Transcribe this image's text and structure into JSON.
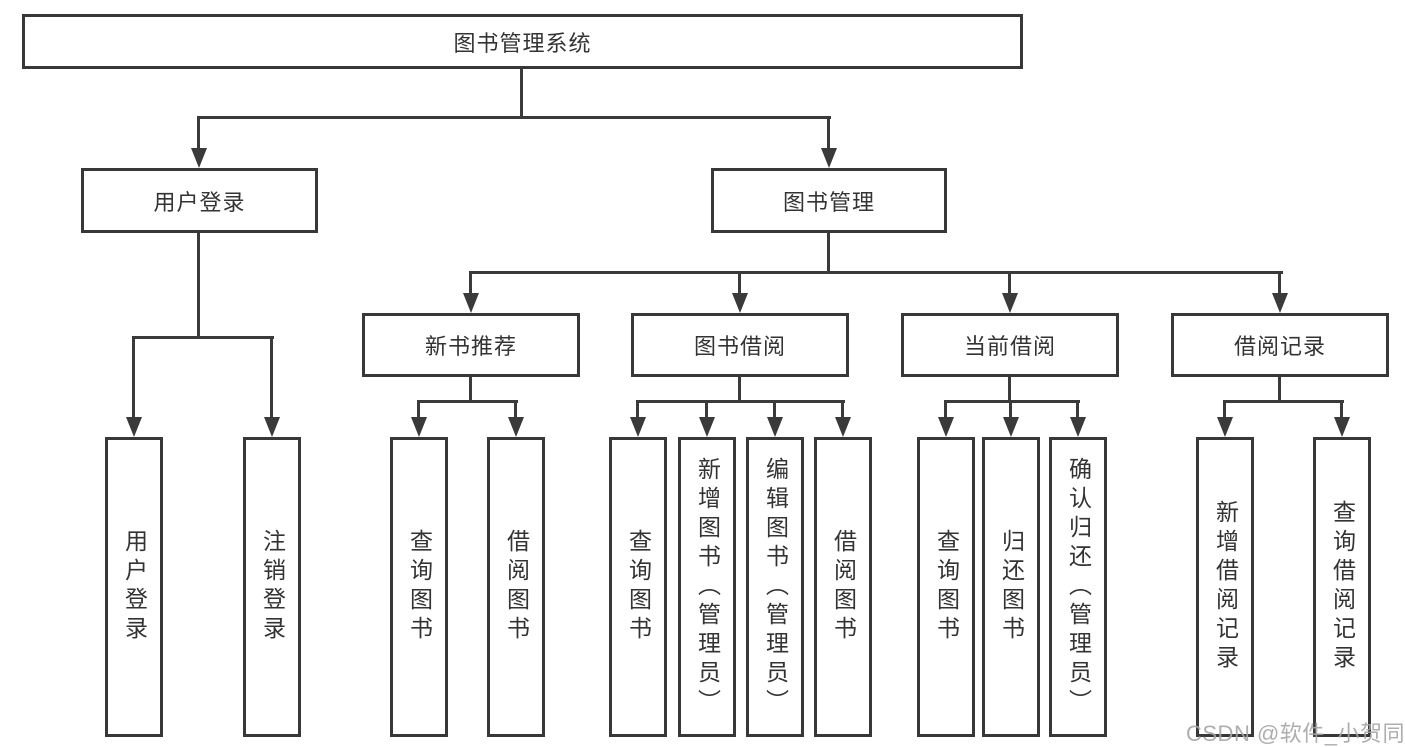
{
  "colors": {
    "line": "#3a3a3a",
    "box_border": "#383838",
    "box_fill": "#ffffff",
    "text": "#333333",
    "background": "#ffffff",
    "watermark": "#a5a5a5"
  },
  "watermark": {
    "text": "CSDN @软件_小贺同学"
  },
  "tree": {
    "root": {
      "label": "图书管理系统"
    },
    "branches": [
      {
        "label": "用户登录",
        "children": [
          {
            "label": "用户登录"
          },
          {
            "label": "注销登录"
          }
        ]
      },
      {
        "label": "图书管理",
        "children": [
          {
            "label": "新书推荐",
            "children": [
              {
                "label": "查询图书"
              },
              {
                "label": "借阅图书"
              }
            ]
          },
          {
            "label": "图书借阅",
            "children": [
              {
                "label": "查询图书"
              },
              {
                "label": "新增图书（管理员）"
              },
              {
                "label": "编辑图书（管理员）"
              },
              {
                "label": "借阅图书"
              }
            ]
          },
          {
            "label": "当前借阅",
            "children": [
              {
                "label": "查询图书"
              },
              {
                "label": "归还图书"
              },
              {
                "label": "确认归还（管理员）"
              }
            ]
          },
          {
            "label": "借阅记录",
            "children": [
              {
                "label": "新增借阅记录"
              },
              {
                "label": "查询借阅记录"
              }
            ]
          }
        ]
      }
    ]
  }
}
